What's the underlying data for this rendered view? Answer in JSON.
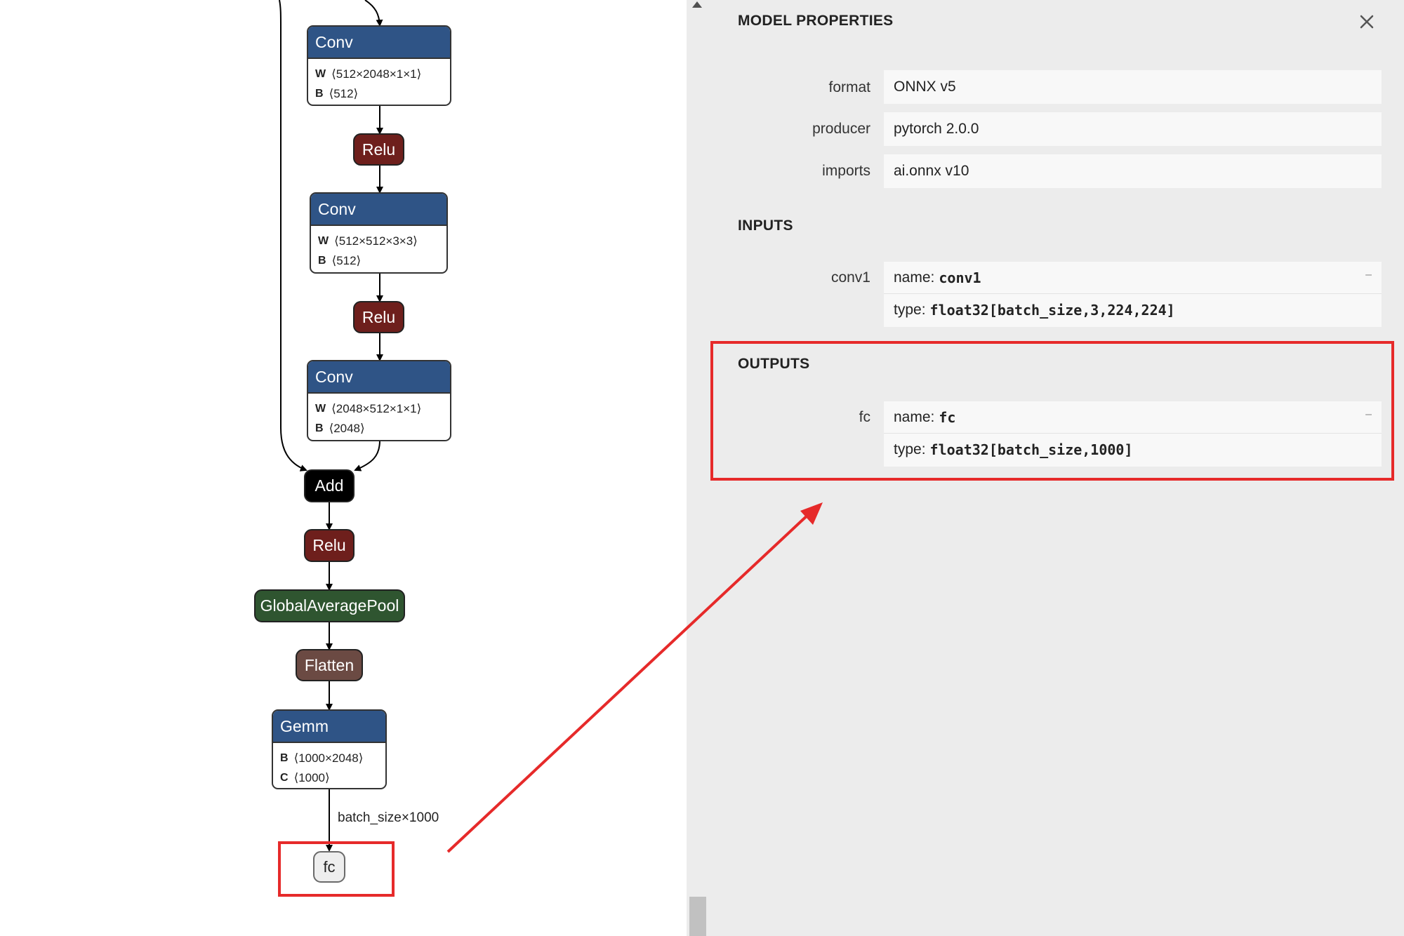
{
  "graph": {
    "nodes": {
      "conv1": {
        "op": "Conv",
        "w_key": "W",
        "w_val": "⟨512×2048×1×1⟩",
        "b_key": "B",
        "b_val": "⟨512⟩"
      },
      "relu1": {
        "op": "Relu"
      },
      "conv2": {
        "op": "Conv",
        "w_key": "W",
        "w_val": "⟨512×512×3×3⟩",
        "b_key": "B",
        "b_val": "⟨512⟩"
      },
      "relu2": {
        "op": "Relu"
      },
      "conv3": {
        "op": "Conv",
        "w_key": "W",
        "w_val": "⟨2048×512×1×1⟩",
        "b_key": "B",
        "b_val": "⟨2048⟩"
      },
      "add": {
        "op": "Add"
      },
      "relu3": {
        "op": "Relu"
      },
      "pool": {
        "op": "GlobalAveragePool"
      },
      "flatten": {
        "op": "Flatten"
      },
      "gemm": {
        "op": "Gemm",
        "b_key": "B",
        "b_val": "⟨1000×2048⟩",
        "c_key": "C",
        "c_val": "⟨1000⟩"
      },
      "output": {
        "op": "fc"
      }
    },
    "edge_label": "batch_size×1000"
  },
  "panel": {
    "title": "MODEL PROPERTIES",
    "close_icon": "close-icon",
    "properties": [
      {
        "label": "format",
        "value": "ONNX v5"
      },
      {
        "label": "producer",
        "value": "pytorch 2.0.0"
      },
      {
        "label": "imports",
        "value": "ai.onnx v10"
      }
    ],
    "inputs_title": "INPUTS",
    "input": {
      "label": "conv1",
      "name_key": "name:",
      "name": "conv1",
      "type_key": "type:",
      "type": "float32[batch_size,3,224,224]",
      "expand": "–"
    },
    "outputs_title": "OUTPUTS",
    "output": {
      "label": "fc",
      "name_key": "name:",
      "name": "fc",
      "type_key": "type:",
      "type": "float32[batch_size,1000]",
      "expand": "–"
    }
  },
  "colors": {
    "conv": "#2f5486",
    "relu": "#6e1f1c",
    "add": "#000000",
    "pool": "#2f5530",
    "flatten": "#6b4a43",
    "highlight": "#e62a2a"
  }
}
